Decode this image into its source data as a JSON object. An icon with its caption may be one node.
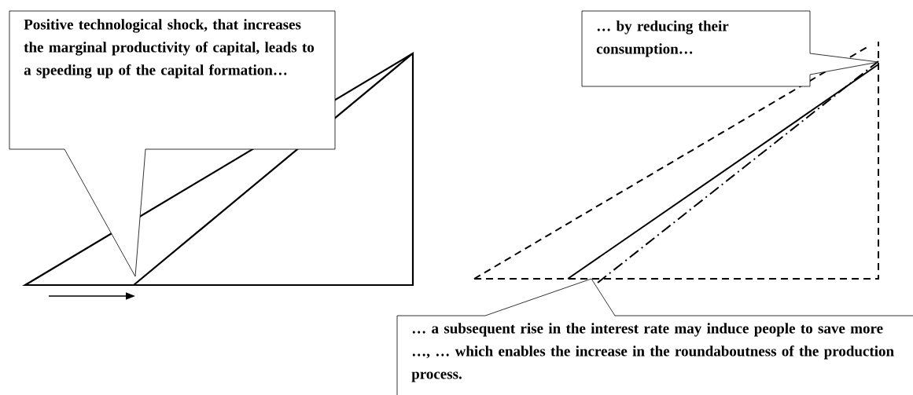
{
  "diagram": {
    "nodes": [
      {
        "text": [
          "Positive technological shock, that increases the marginal productivity of capital, leads to a speeding up of the capital formation…"
        ]
      },
      {
        "text": [
          "… by reducing their consumption…"
        ]
      },
      {
        "text": [
          "… a subsequent rise in the interest rate may induce people to save more …, … which enables the increase in the roundaboutness of the production process."
        ]
      }
    ]
  }
}
